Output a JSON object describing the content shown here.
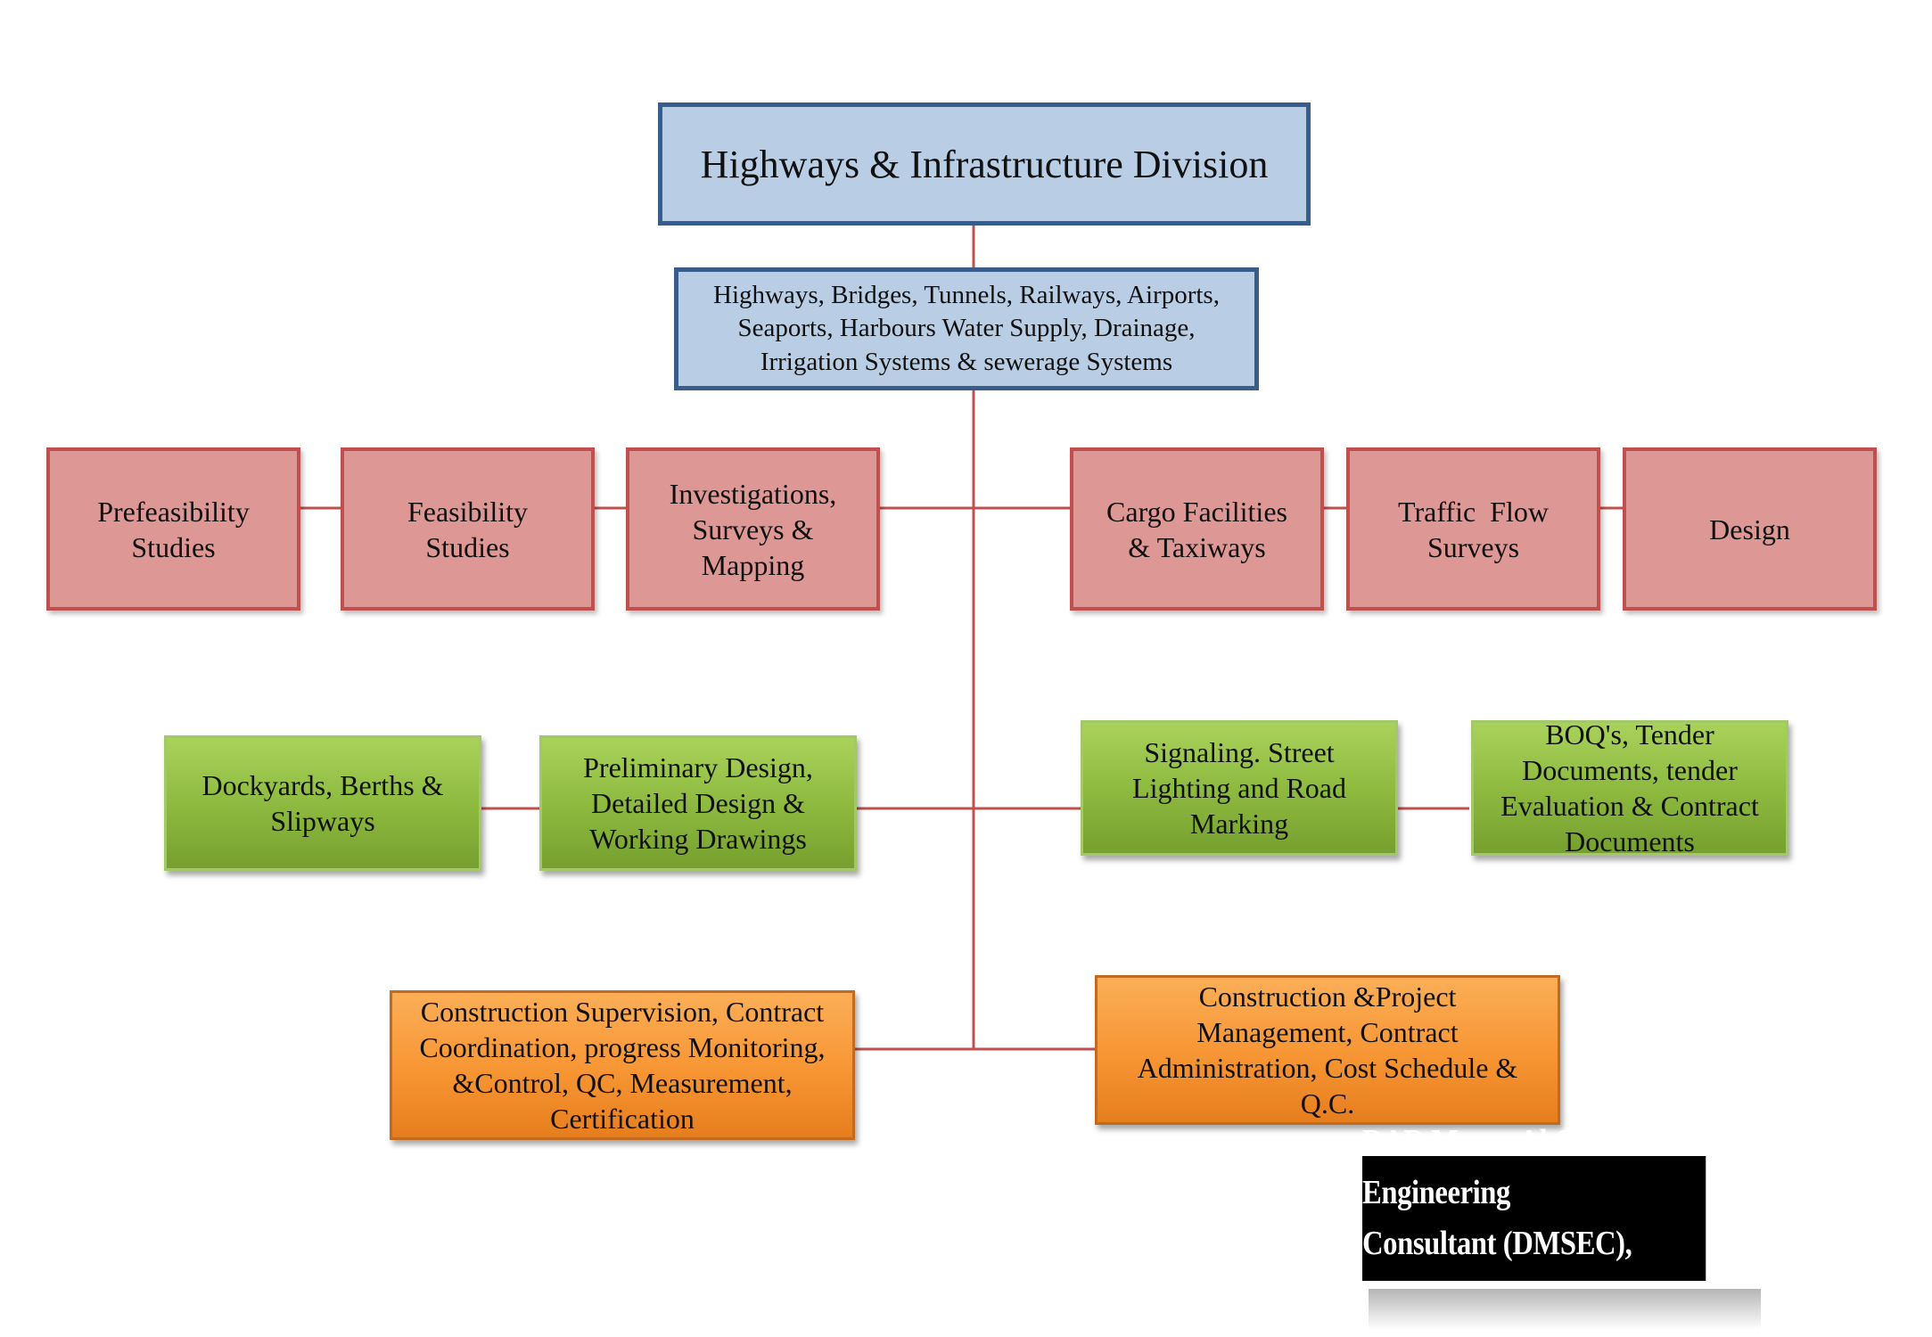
{
  "diagram": {
    "root": {
      "lines": [
        "Highways & Infrastructure Division"
      ]
    },
    "scope": {
      "lines": [
        "Highways, Bridges, Tunnels, Railways, Airports,",
        "Seaports, Harbours Water Supply, Drainage,",
        "Irrigation Systems & sewerage Systems"
      ]
    },
    "services_row1": [
      {
        "lines": [
          "Prefeasibility",
          "Studies"
        ]
      },
      {
        "lines": [
          "Feasibility",
          "Studies"
        ]
      },
      {
        "lines": [
          "Investigations,",
          "Surveys &",
          "Mapping"
        ]
      },
      {
        "lines": [
          "Cargo Facilities",
          "& Taxiways"
        ]
      },
      {
        "lines": [
          "Traffic  Flow",
          "Surveys"
        ]
      },
      {
        "lines": [
          "Design"
        ]
      }
    ],
    "services_row2": [
      {
        "lines": [
          "Dockyards, Berths &",
          "Slipways"
        ]
      },
      {
        "lines": [
          "Preliminary Design,",
          "Detailed Design &",
          "Working Drawings"
        ]
      },
      {
        "lines": [
          "Signaling. Street",
          "Lighting and Road",
          "Marking"
        ]
      },
      {
        "lines": [
          "BOQ's, Tender",
          "Documents, tender",
          "Evaluation & Contract",
          "Documents"
        ]
      }
    ],
    "services_row3": [
      {
        "lines": [
          "Construction Supervision, Contract",
          "Coordination, progress Monitoring,",
          "&Control, QC, Measurement,",
          "Certification"
        ]
      },
      {
        "lines": [
          "Construction &Project",
          "Management, Contract",
          "Administration, Cost Schedule &",
          "Q.C."
        ]
      }
    ]
  },
  "logo": {
    "lines": [
      "DAR Mazen Al-Sane Engineering",
      "Consultant (DMSEC), Kuwait"
    ]
  },
  "colors": {
    "blue_fill": "#b9cde5",
    "blue_border": "#385d8a",
    "red_fill": "#dd9794",
    "red_border": "#c0504d",
    "green_fill": "#8cb83e",
    "orange_fill": "#f79533",
    "connector": "#c0504d"
  }
}
